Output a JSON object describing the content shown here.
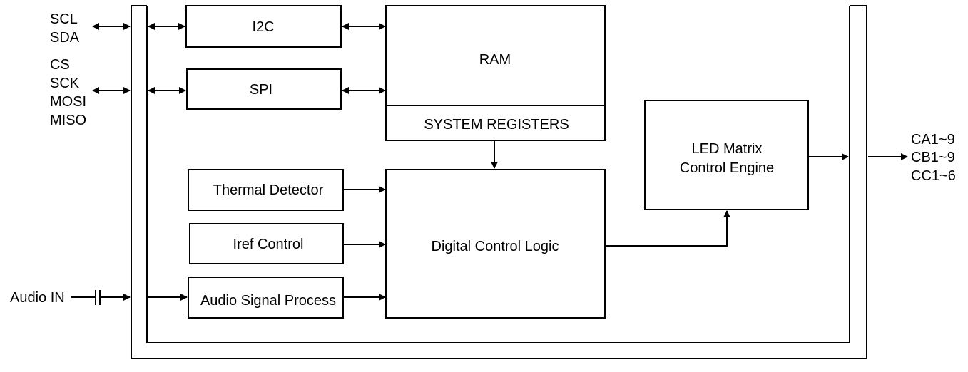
{
  "left_signals": {
    "i2c_pins": [
      "SCL",
      "SDA"
    ],
    "spi_pins": [
      "CS",
      "SCK",
      "MOSI",
      "MISO"
    ],
    "audio_input": "Audio IN"
  },
  "blocks": {
    "i2c": "I2C",
    "spi": "SPI",
    "ram": "RAM",
    "system_registers": "SYSTEM REGISTERS",
    "thermal_detector": "Thermal Detector",
    "iref_control": "Iref Control",
    "audio_signal_process": "Audio Signal Process",
    "digital_control_logic": "Digital Control Logic",
    "led_matrix_engine": [
      "LED Matrix",
      "Control Engine"
    ]
  },
  "outputs": [
    "CA1~9",
    "CB1~9",
    "CC1~6"
  ]
}
